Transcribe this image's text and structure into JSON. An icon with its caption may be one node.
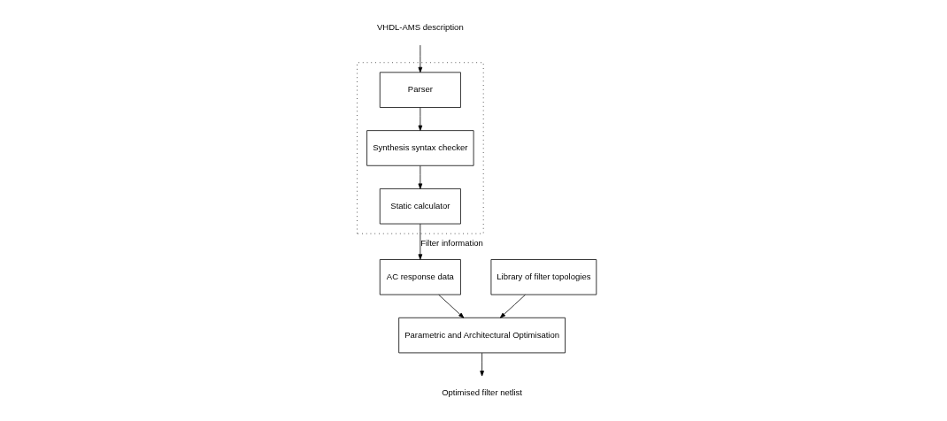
{
  "diagram": {
    "nodes": [
      {
        "text": [
          "VHDL-AMS description"
        ]
      },
      {
        "text": [],
        "shape": "box"
      },
      {
        "text": [
          "Parser"
        ],
        "in": 1
      },
      {
        "text": [
          "Synthesis syntax checker"
        ],
        "in": 1
      },
      {
        "text": [
          "Static calculator"
        ],
        "in": 1
      },
      {
        "text": [
          "Library of filter topologies"
        ]
      },
      {
        "text": [
          "Parametric and Architectural Optimisation"
        ]
      },
      {
        "text": [
          "AC response data"
        ]
      },
      {
        "text": [
          "Optimised filter netlist"
        ]
      }
    ],
    "edges": [
      {
        "from": 0,
        "to": 2,
        "arrow": "to"
      },
      {
        "from": 2,
        "to": 3,
        "arrow": "to"
      },
      {
        "from": 3,
        "to": 4,
        "arrow": "to"
      },
      {
        "from": 4,
        "to": 7,
        "arrow": "to",
        "label": "Filter information"
      },
      {
        "from": 5,
        "to": 6,
        "arrow": "to"
      },
      {
        "from": 7,
        "to": 6,
        "arrow": "to"
      },
      {
        "from": 6,
        "to": 8,
        "arrow": "to"
      }
    ]
  }
}
